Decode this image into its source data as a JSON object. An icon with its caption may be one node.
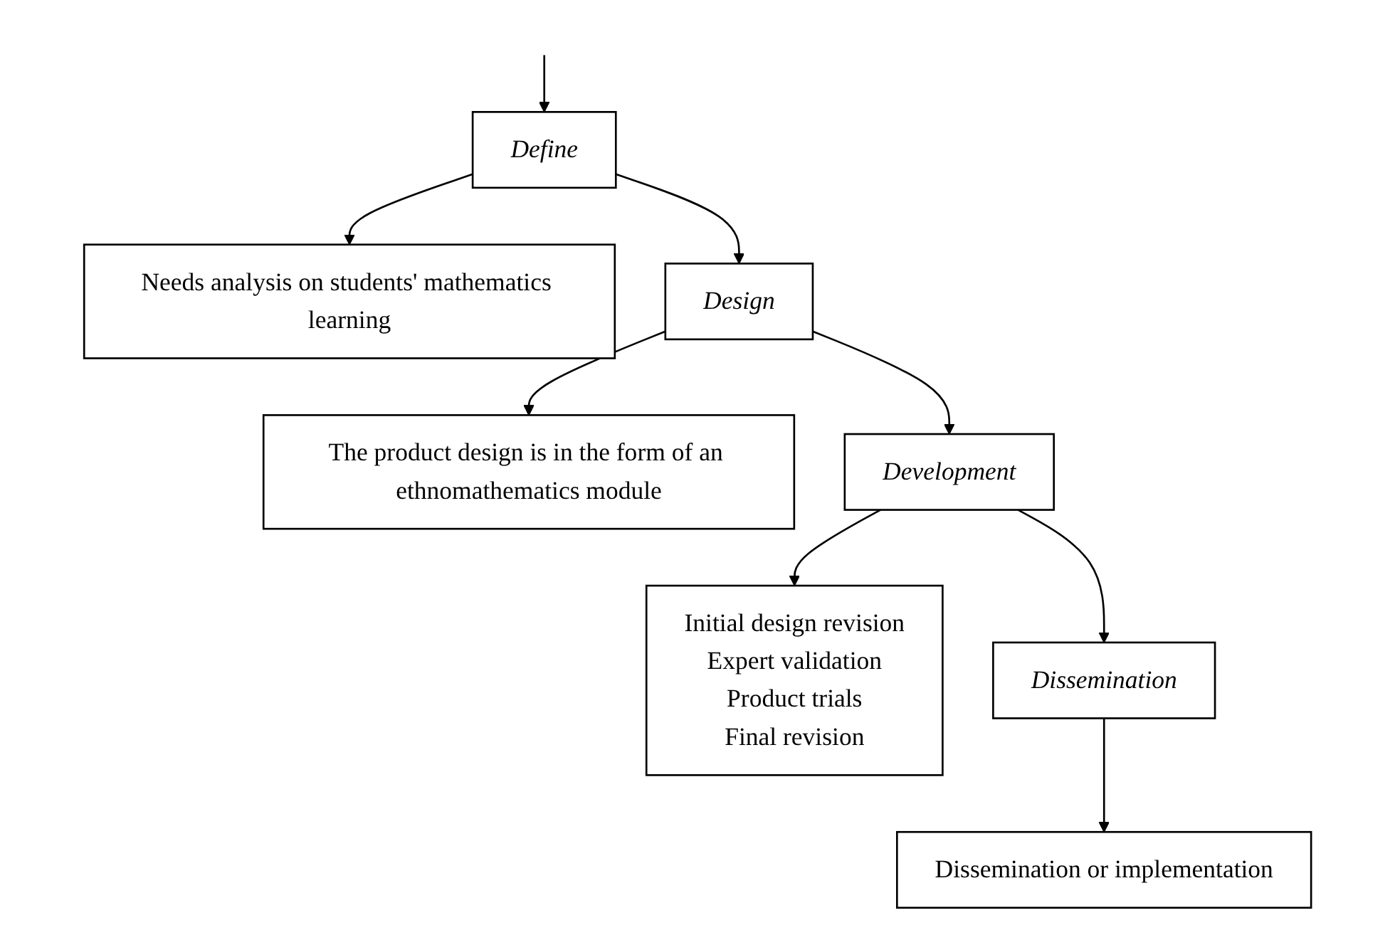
{
  "diagram": {
    "nodes": [
      {
        "text": [
          "Define"
        ]
      },
      {
        "text": [
          "Needs analysis on students' mathematics learning"
        ]
      },
      {
        "text": [
          "Design"
        ]
      },
      {
        "text": [
          "The product design is in the form of an ethnomathematics module"
        ]
      },
      {
        "text": [
          "Development"
        ]
      },
      {
        "text": [
          "Initial design revision",
          "Expert validation",
          "Product trials",
          "Final revision"
        ]
      },
      {
        "text": [
          "Dissemination"
        ]
      },
      {
        "text": [
          "Dissemination or implementation"
        ]
      }
    ],
    "edges": [
      {
        "from": null,
        "to": 0,
        "arrow": "to"
      },
      {
        "from": 0,
        "to": 1,
        "arrow": "to"
      },
      {
        "from": 0,
        "to": 2,
        "arrow": "to"
      },
      {
        "from": 2,
        "to": 3,
        "arrow": "to"
      },
      {
        "from": 2,
        "to": 4,
        "arrow": "to"
      },
      {
        "from": 4,
        "to": 5,
        "arrow": "to"
      },
      {
        "from": 4,
        "to": 6,
        "arrow": "to"
      },
      {
        "from": 6,
        "to": 7,
        "arrow": "to"
      }
    ]
  }
}
